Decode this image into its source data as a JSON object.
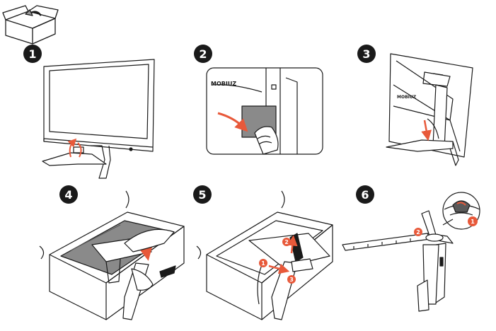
{
  "steps": [
    {
      "number": "1"
    },
    {
      "number": "2"
    },
    {
      "number": "3"
    },
    {
      "number": "4"
    },
    {
      "number": "5"
    },
    {
      "number": "6"
    }
  ],
  "brand_label": "MOBIUZ",
  "step5_sub_steps": [
    "1",
    "2",
    "3"
  ],
  "step6_sub_steps": [
    "1",
    "2"
  ],
  "colors": {
    "accent": "#e8593a",
    "badge": "#1a1a1a",
    "panel_gray": "#8a8a8a",
    "line": "#1a1a1a"
  }
}
